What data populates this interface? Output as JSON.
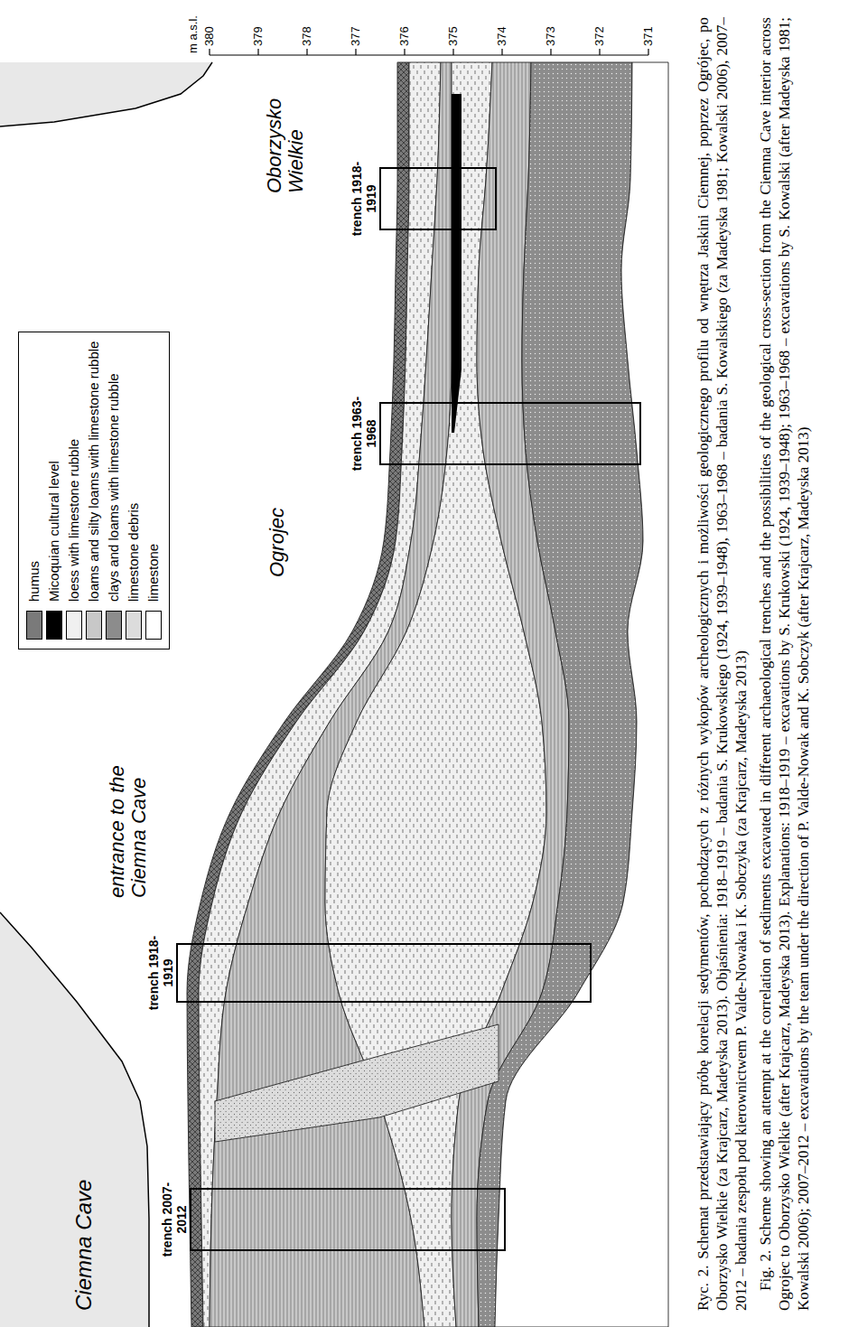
{
  "diagram": {
    "caption": "Ryc. 2. Schemat przedstawiający próbę korelacji sedymentów, pochodzących z różnych wykopów archeologicznych i możliwości geologicznego profilu od wnętrza Jaskini Ciemnej, poprzez Ogrójec, po Oborzysko Wielkie (za Krajcarz, Madeyska 2013). Objaśnienia: 1918–1919 – badania S. Krukowskiego (1924, 1939–1948), 1963–1968 – badania S. Kowalskiego (za Madeyska 1981; Kowalski 2006), 2007–2012 – badania zespołu pod kierownictwem P. Valde-Nowaka i K. Sobczyka (za Krajcarz, Madeyska 2013)",
    "nodes": [
      {
        "text": [
          "trench 2007-2012"
        ]
      },
      {
        "text": [
          "trench 1918-1919"
        ]
      },
      {
        "text": [
          "trench 1963-1968"
        ]
      },
      {
        "text": [
          "trench 1918-1919"
        ]
      }
    ],
    "labels": [
      "Ciemna Cave",
      "entrance to the Ciemna Cave",
      "Ogrojec",
      "Oborzysko Wielkie",
      "m a.s.l.",
      "380",
      "379",
      "378",
      "377",
      "376",
      "375",
      "374",
      "373",
      "372",
      "371",
      "Fig. 2. Scheme showing an attempt at the correlation of sediments excavated in different archaeological trenches and the possibilities of the geological cross-section from the Ciemna Cave interior across Ogrojec to Oborzysko Wielkie (after Krajcarz, Madeyska 2013). Explanations: 1918–1919 – excavations by S. Krukowski (1924, 1939–1948); 1963–1968 – excavations by S. Kowalski (after Madeyska 1981; Kowalski 2006); 2007–2012 – excavations by the team under the direction of P. Valde-Nowak and K. Sobczyk (after Krajcarz, Madeyska 2013)"
    ],
    "legend": [
      {
        "text": "humus",
        "color": "#7a7a7a"
      },
      {
        "text": "Micoquian cultural level",
        "color": "#000000"
      },
      {
        "text": "loess with limestone rubble",
        "color": "#f0f0f0"
      },
      {
        "text": "loams and silty loams with limestone rubble",
        "color": "#c8c8c8"
      },
      {
        "text": "clays and loams with limestone rubble",
        "color": "#8c8c8c"
      },
      {
        "text": "limestone debris",
        "color": "#dcdcdc"
      },
      {
        "text": "limestone",
        "color": "#ffffff"
      }
    ]
  }
}
